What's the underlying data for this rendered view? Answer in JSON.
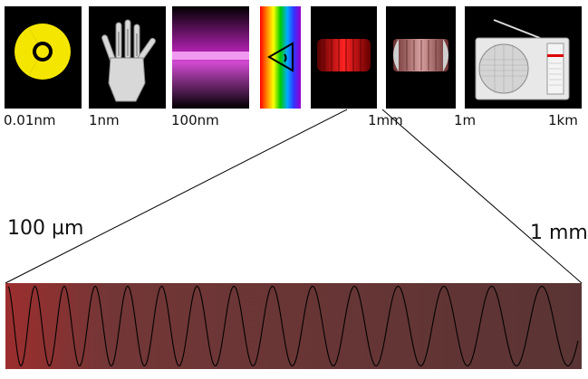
{
  "spectrum": {
    "panels": [
      {
        "name": "gamma-rays",
        "icon": "radiation-trefoil-icon"
      },
      {
        "name": "x-rays",
        "icon": "x-ray-hand-icon"
      },
      {
        "name": "ultraviolet",
        "icon": "uv-light-band-icon"
      },
      {
        "name": "visible-light",
        "icon": "rainbow-eye-icon"
      },
      {
        "name": "infrared",
        "icon": "red-cylinder-icon"
      },
      {
        "name": "microwave",
        "icon": "microwave-cylinder-icon"
      },
      {
        "name": "radio",
        "icon": "radio-receiver-icon"
      }
    ],
    "scale_labels": [
      "0.01nm",
      "1nm",
      "100nm",
      "1mm",
      "1m",
      "1km"
    ]
  },
  "zoom": {
    "left_label": "100 µm",
    "right_label": "1 mm"
  },
  "colors": {
    "radiation_yellow": "#f5e600",
    "panel_black": "#000000",
    "uv_violet": "#cc33cc",
    "infrared_red": "#cc0000",
    "wave_band_left": "#9c2e2e",
    "wave_band_right": "#5a3434",
    "wave_line": "#000000"
  }
}
